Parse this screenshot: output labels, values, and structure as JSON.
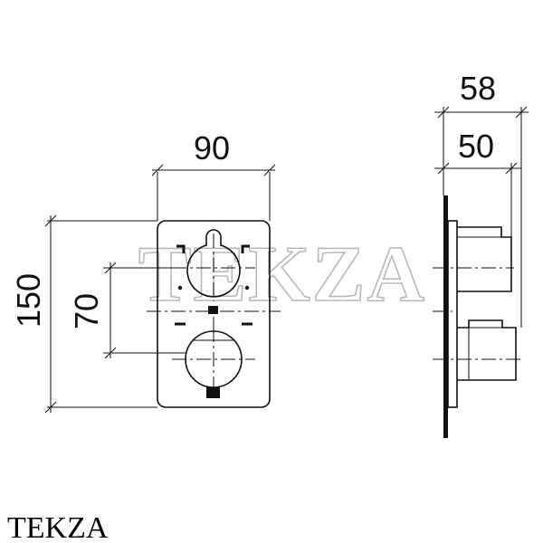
{
  "dimensions": {
    "front_width": "90",
    "front_height": "150",
    "front_spacing": "70",
    "side_depth_total": "58",
    "side_depth_body": "50"
  },
  "watermark": "TEKZA",
  "brand_label": "TEKZA"
}
